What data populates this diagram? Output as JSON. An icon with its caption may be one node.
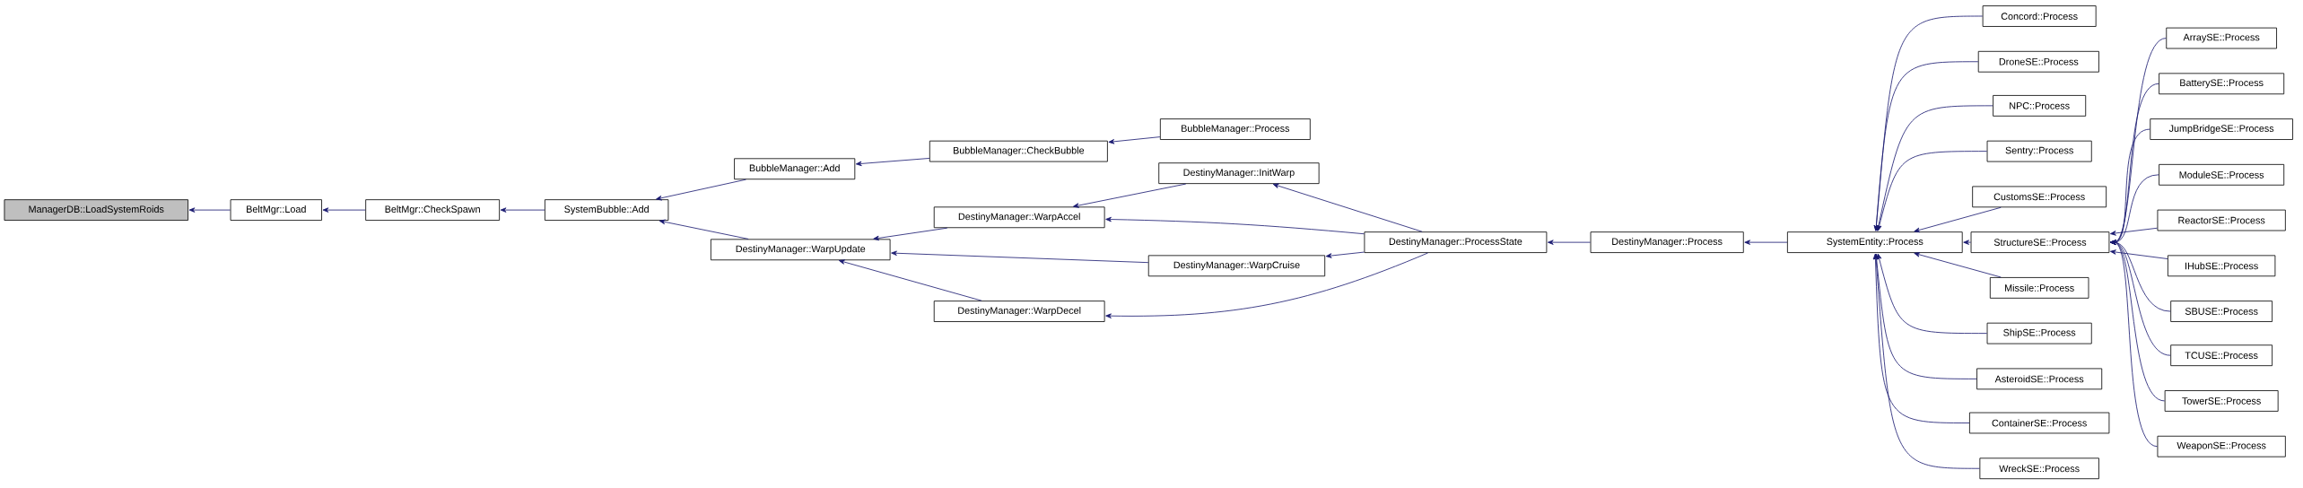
{
  "diagram": {
    "nodes": [
      {
        "text": [
          "ManagerDB::LoadSystemRoids"
        ]
      },
      {
        "text": [
          "BeltMgr::Load"
        ]
      },
      {
        "text": [
          "BeltMgr::CheckSpawn"
        ]
      },
      {
        "text": [
          "SystemBubble::Add"
        ]
      },
      {
        "text": [
          "BubbleManager::Add"
        ]
      },
      {
        "text": [
          "BubbleManager::CheckBubble"
        ]
      },
      {
        "text": [
          "BubbleManager::Process"
        ]
      },
      {
        "text": [
          "DestinyManager::WarpUpdate"
        ]
      },
      {
        "text": [
          "DestinyManager::WarpAccel"
        ]
      },
      {
        "text": [
          "DestinyManager::InitWarp"
        ]
      },
      {
        "text": [
          "DestinyManager::WarpCruise"
        ]
      },
      {
        "text": [
          "DestinyManager::WarpDecel"
        ]
      },
      {
        "text": [
          "DestinyManager::ProcessState"
        ]
      },
      {
        "text": [
          "DestinyManager::Process"
        ]
      },
      {
        "text": [
          "SystemEntity::Process"
        ]
      },
      {
        "text": [
          "Concord::Process"
        ]
      },
      {
        "text": [
          "DroneSE::Process"
        ]
      },
      {
        "text": [
          "NPC::Process"
        ]
      },
      {
        "text": [
          "Sentry::Process"
        ]
      },
      {
        "text": [
          "CustomsSE::Process"
        ]
      },
      {
        "text": [
          "StructureSE::Process"
        ]
      },
      {
        "text": [
          "Missile::Process"
        ]
      },
      {
        "text": [
          "ShipSE::Process"
        ]
      },
      {
        "text": [
          "AsteroidSE::Process"
        ]
      },
      {
        "text": [
          "ContainerSE::Process"
        ]
      },
      {
        "text": [
          "WreckSE::Process"
        ]
      },
      {
        "text": [
          "ArraySE::Process"
        ]
      },
      {
        "text": [
          "BatterySE::Process"
        ]
      },
      {
        "text": [
          "JumpBridgeSE::Process"
        ]
      },
      {
        "text": [
          "ModuleSE::Process"
        ]
      },
      {
        "text": [
          "ReactorSE::Process"
        ]
      },
      {
        "text": [
          "IHubSE::Process"
        ]
      },
      {
        "text": [
          "SBUSE::Process"
        ]
      },
      {
        "text": [
          "TCUSE::Process"
        ]
      },
      {
        "text": [
          "TowerSE::Process"
        ]
      },
      {
        "text": [
          "WeaponSE::Process"
        ]
      }
    ],
    "edges": [
      {
        "from": 1,
        "to": 0,
        "arrow": "to"
      },
      {
        "from": 2,
        "to": 1,
        "arrow": "to"
      },
      {
        "from": 3,
        "to": 2,
        "arrow": "to"
      },
      {
        "from": 4,
        "to": 3,
        "arrow": "to"
      },
      {
        "from": 7,
        "to": 3,
        "arrow": "to"
      },
      {
        "from": 5,
        "to": 4,
        "arrow": "to"
      },
      {
        "from": 6,
        "to": 5,
        "arrow": "to"
      },
      {
        "from": 8,
        "to": 7,
        "arrow": "to"
      },
      {
        "from": 10,
        "to": 7,
        "arrow": "to"
      },
      {
        "from": 11,
        "to": 7,
        "arrow": "to"
      },
      {
        "from": 9,
        "to": 8,
        "arrow": "to"
      },
      {
        "from": 12,
        "to": 8,
        "arrow": "to"
      },
      {
        "from": 12,
        "to": 9,
        "arrow": "to"
      },
      {
        "from": 12,
        "to": 10,
        "arrow": "to"
      },
      {
        "from": 12,
        "to": 11,
        "arrow": "to"
      },
      {
        "from": 13,
        "to": 12,
        "arrow": "to"
      },
      {
        "from": 14,
        "to": 13,
        "arrow": "to"
      },
      {
        "from": 15,
        "to": 14,
        "arrow": "to"
      },
      {
        "from": 16,
        "to": 14,
        "arrow": "to"
      },
      {
        "from": 17,
        "to": 14,
        "arrow": "to"
      },
      {
        "from": 18,
        "to": 14,
        "arrow": "to"
      },
      {
        "from": 19,
        "to": 14,
        "arrow": "to"
      },
      {
        "from": 20,
        "to": 14,
        "arrow": "to"
      },
      {
        "from": 21,
        "to": 14,
        "arrow": "to"
      },
      {
        "from": 22,
        "to": 14,
        "arrow": "to"
      },
      {
        "from": 23,
        "to": 14,
        "arrow": "to"
      },
      {
        "from": 24,
        "to": 14,
        "arrow": "to"
      },
      {
        "from": 25,
        "to": 14,
        "arrow": "to"
      },
      {
        "from": 26,
        "to": 20,
        "arrow": "to"
      },
      {
        "from": 27,
        "to": 20,
        "arrow": "to"
      },
      {
        "from": 28,
        "to": 20,
        "arrow": "to"
      },
      {
        "from": 29,
        "to": 20,
        "arrow": "to"
      },
      {
        "from": 30,
        "to": 20,
        "arrow": "to"
      },
      {
        "from": 31,
        "to": 20,
        "arrow": "to"
      },
      {
        "from": 32,
        "to": 20,
        "arrow": "to"
      },
      {
        "from": 33,
        "to": 20,
        "arrow": "to"
      },
      {
        "from": 34,
        "to": 20,
        "arrow": "to"
      },
      {
        "from": 35,
        "to": 20,
        "arrow": "to"
      }
    ]
  }
}
